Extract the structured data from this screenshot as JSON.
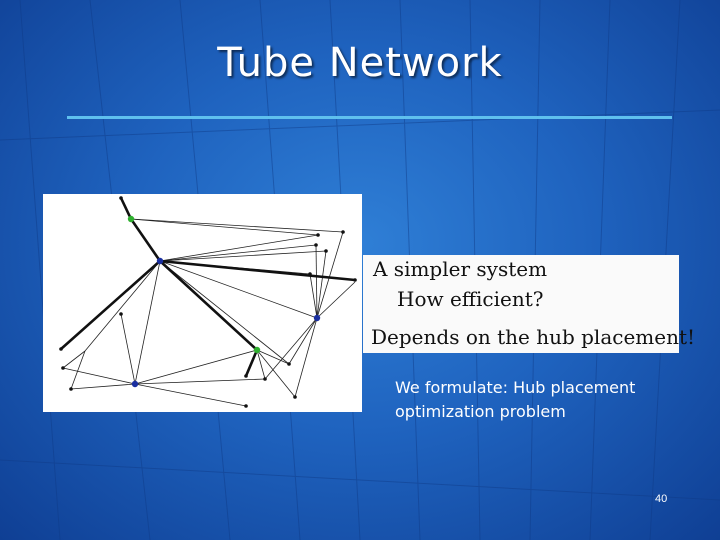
{
  "slide": {
    "title": "Tube Network",
    "caption_line1": "We formulate: Hub placement",
    "caption_line2": "optimization problem",
    "slide_number": "40"
  },
  "text_panel": {
    "line1": "A simpler system",
    "line2": "How efficient?",
    "line3": "Depends on the hub placement!"
  },
  "colors": {
    "background": "#1f63bf",
    "title_rule": "#5fc0ee",
    "hub_blue": "#1a2fa0",
    "hub_green": "#2fb02f"
  }
}
